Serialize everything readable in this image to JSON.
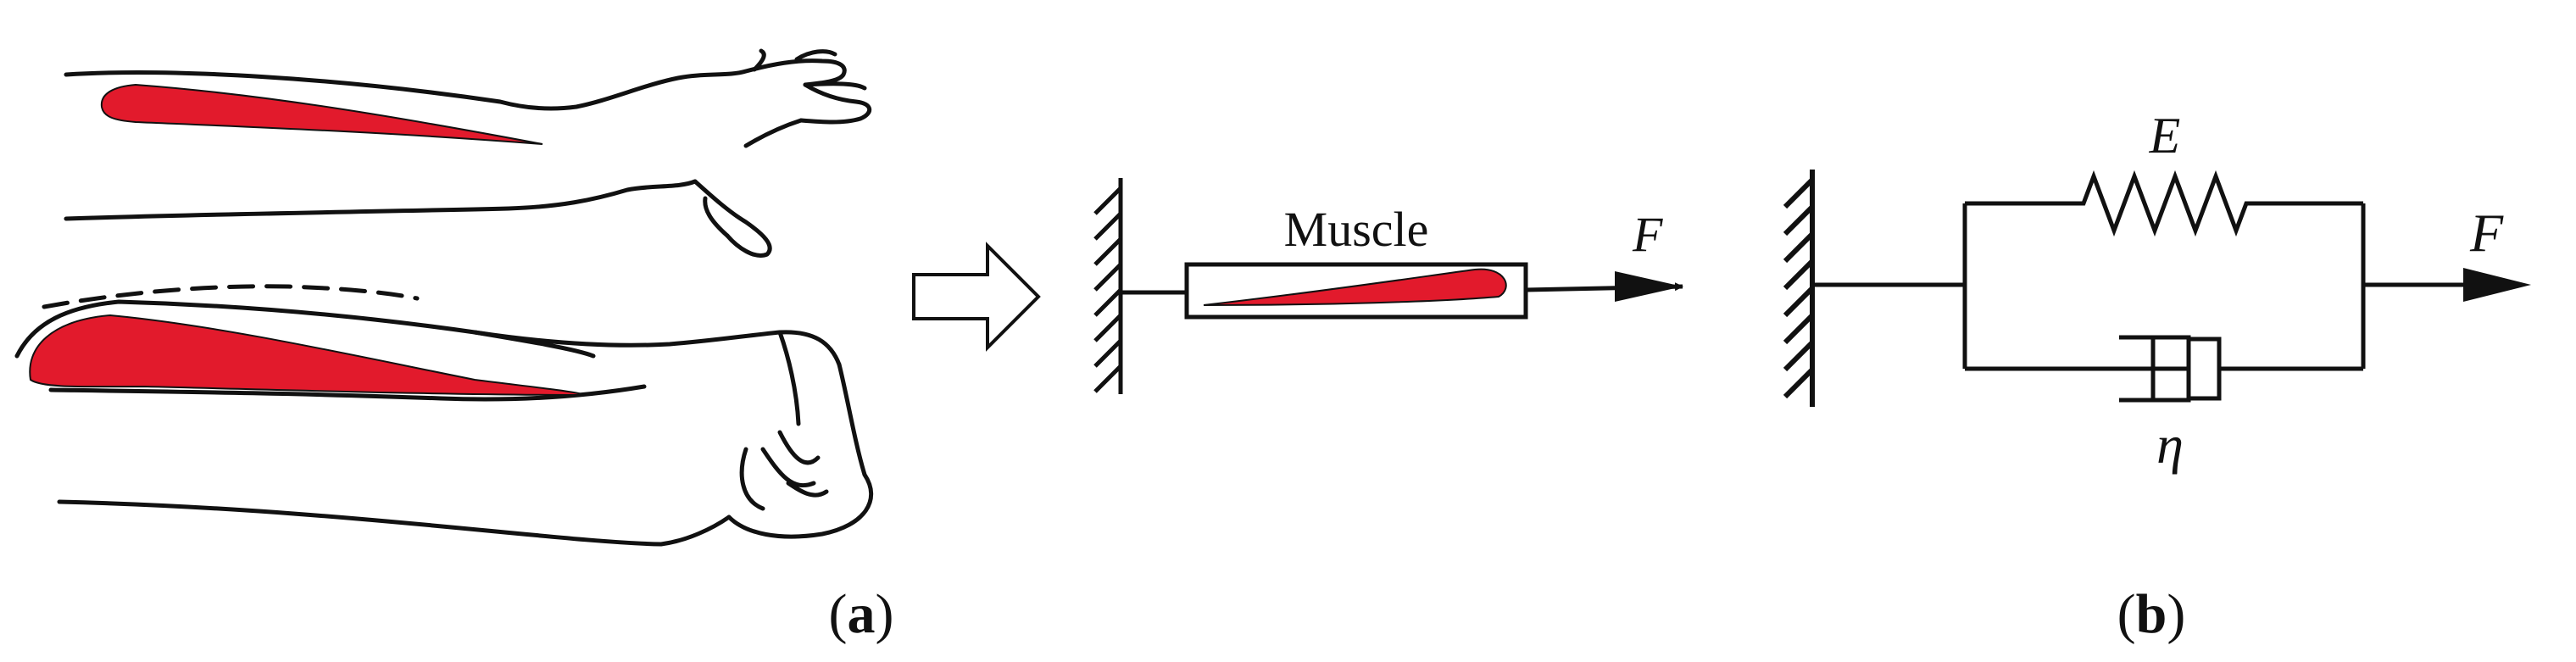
{
  "panel_a": {
    "label_open": "(",
    "label_letter": "a",
    "label_close": ")",
    "muscle_label": "Muscle",
    "force_label": "F"
  },
  "panel_b": {
    "label_open": "(",
    "label_letter": "b",
    "label_close": ")",
    "spring_label": "E",
    "damper_label": "η",
    "force_label": "F"
  },
  "colors": {
    "muscle_red": "#e21a2c",
    "line": "#111111"
  }
}
